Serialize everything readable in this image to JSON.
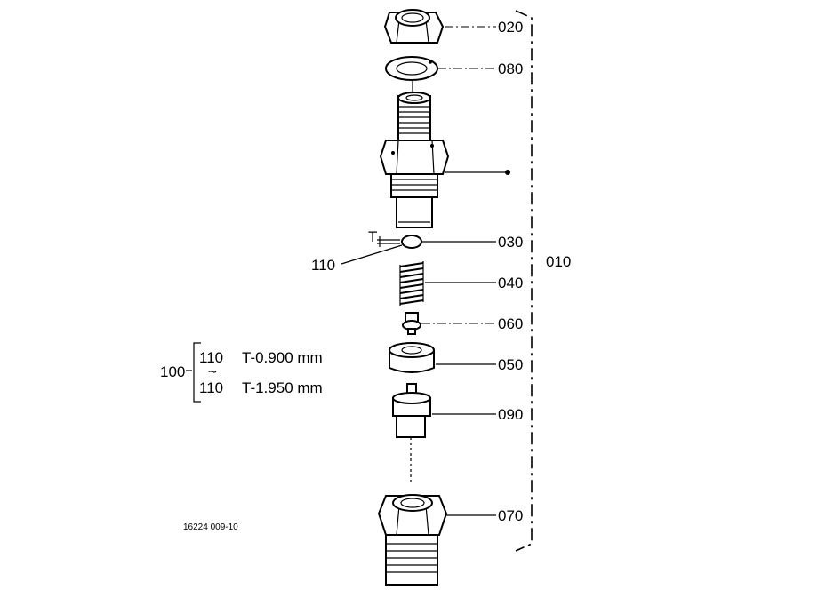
{
  "diagram": {
    "callouts": {
      "c020": "020",
      "c080": "080",
      "c030": "030",
      "c040": "040",
      "c060": "060",
      "c050": "050",
      "c090": "090",
      "c070": "070",
      "c010": "010",
      "c110": "110"
    },
    "thickness_mark": "T",
    "shim_table": {
      "group_number": "100",
      "tilde": "~",
      "row1_part": "110",
      "row1_spec": "T-0.900 mm",
      "row2_part": "110",
      "row2_spec": "T-1.950 mm"
    },
    "drawing_number": "16224 009-10"
  }
}
